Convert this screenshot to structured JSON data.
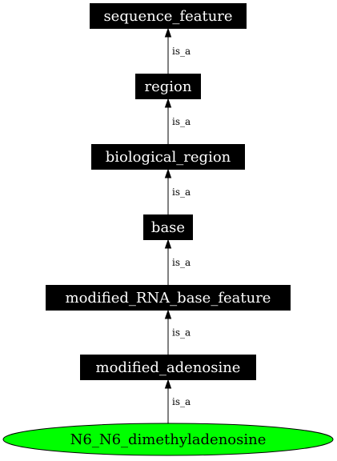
{
  "diagram": {
    "nodes": [
      {
        "id": "sequence_feature",
        "label": "sequence_feature",
        "shape": "box",
        "fill": "#000000",
        "text_color": "#ffffff"
      },
      {
        "id": "region",
        "label": "region",
        "shape": "box",
        "fill": "#000000",
        "text_color": "#ffffff"
      },
      {
        "id": "biological_region",
        "label": "biological_region",
        "shape": "box",
        "fill": "#000000",
        "text_color": "#ffffff"
      },
      {
        "id": "base",
        "label": "base",
        "shape": "box",
        "fill": "#000000",
        "text_color": "#ffffff"
      },
      {
        "id": "modified_RNA_base_feature",
        "label": "modified_RNA_base_feature",
        "shape": "box",
        "fill": "#000000",
        "text_color": "#ffffff"
      },
      {
        "id": "modified_adenosine",
        "label": "modified_adenosine",
        "shape": "box",
        "fill": "#000000",
        "text_color": "#ffffff"
      },
      {
        "id": "N6_N6_dimethyladenosine",
        "label": "N6_N6_dimethyladenosine",
        "shape": "ellipse",
        "fill": "#00ff00",
        "text_color": "#000000"
      }
    ],
    "edges": [
      {
        "from": "region",
        "to": "sequence_feature",
        "label": "is_a"
      },
      {
        "from": "biological_region",
        "to": "region",
        "label": "is_a"
      },
      {
        "from": "base",
        "to": "biological_region",
        "label": "is_a"
      },
      {
        "from": "modified_RNA_base_feature",
        "to": "base",
        "label": "is_a"
      },
      {
        "from": "modified_adenosine",
        "to": "modified_RNA_base_feature",
        "label": "is_a"
      },
      {
        "from": "N6_N6_dimethyladenosine",
        "to": "modified_adenosine",
        "label": "is_a"
      }
    ]
  }
}
